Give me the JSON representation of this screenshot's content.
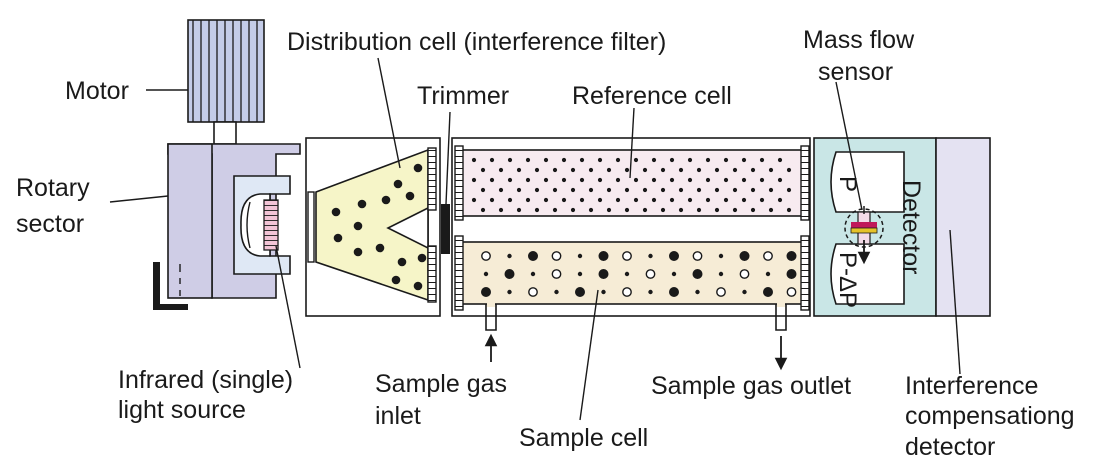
{
  "labels": {
    "motor": "Motor",
    "rotary_sector_line1": "Rotary",
    "rotary_sector_line2": "sector",
    "distribution_cell": "Distribution cell (interference filter)",
    "trimmer": "Trimmer",
    "reference_cell": "Reference cell",
    "mass_flow_line1": "Mass flow",
    "mass_flow_line2": "sensor",
    "detector": "Detector",
    "p_upper": "P",
    "p_lower": "P-ΔP",
    "infrared_line1": "Infrared (single)",
    "infrared_line2": "light source",
    "sample_gas_inlet_line1": "Sample gas",
    "sample_gas_inlet_line2": "inlet",
    "sample_gas_outlet": "Sample gas outlet",
    "sample_cell": "Sample cell",
    "interference_line1": "Interference",
    "interference_line2": "compensationg",
    "interference_line3": "detector"
  },
  "colors": {
    "outline": "#1a1a1a",
    "motor_fill": "#c4cce8",
    "rotary_sector_fill": "#cfcde6",
    "light_source_fill": "#dfe8f5",
    "filament_fill": "#f2c4d6",
    "distribution_fill": "#f6f5c8",
    "reference_fill": "#f7ebf0",
    "sample_fill": "#f6ecd6",
    "detector_fill": "#c9e6e6",
    "interference_detector_fill": "#e4e2f2",
    "sensor_fill": "#f4dbe8",
    "sensor_mark": "#c0185a",
    "sensor_bar": "#e5c229"
  },
  "icons": [
    "motor-icon",
    "light-source-icon",
    "mass-flow-sensor-icon"
  ]
}
